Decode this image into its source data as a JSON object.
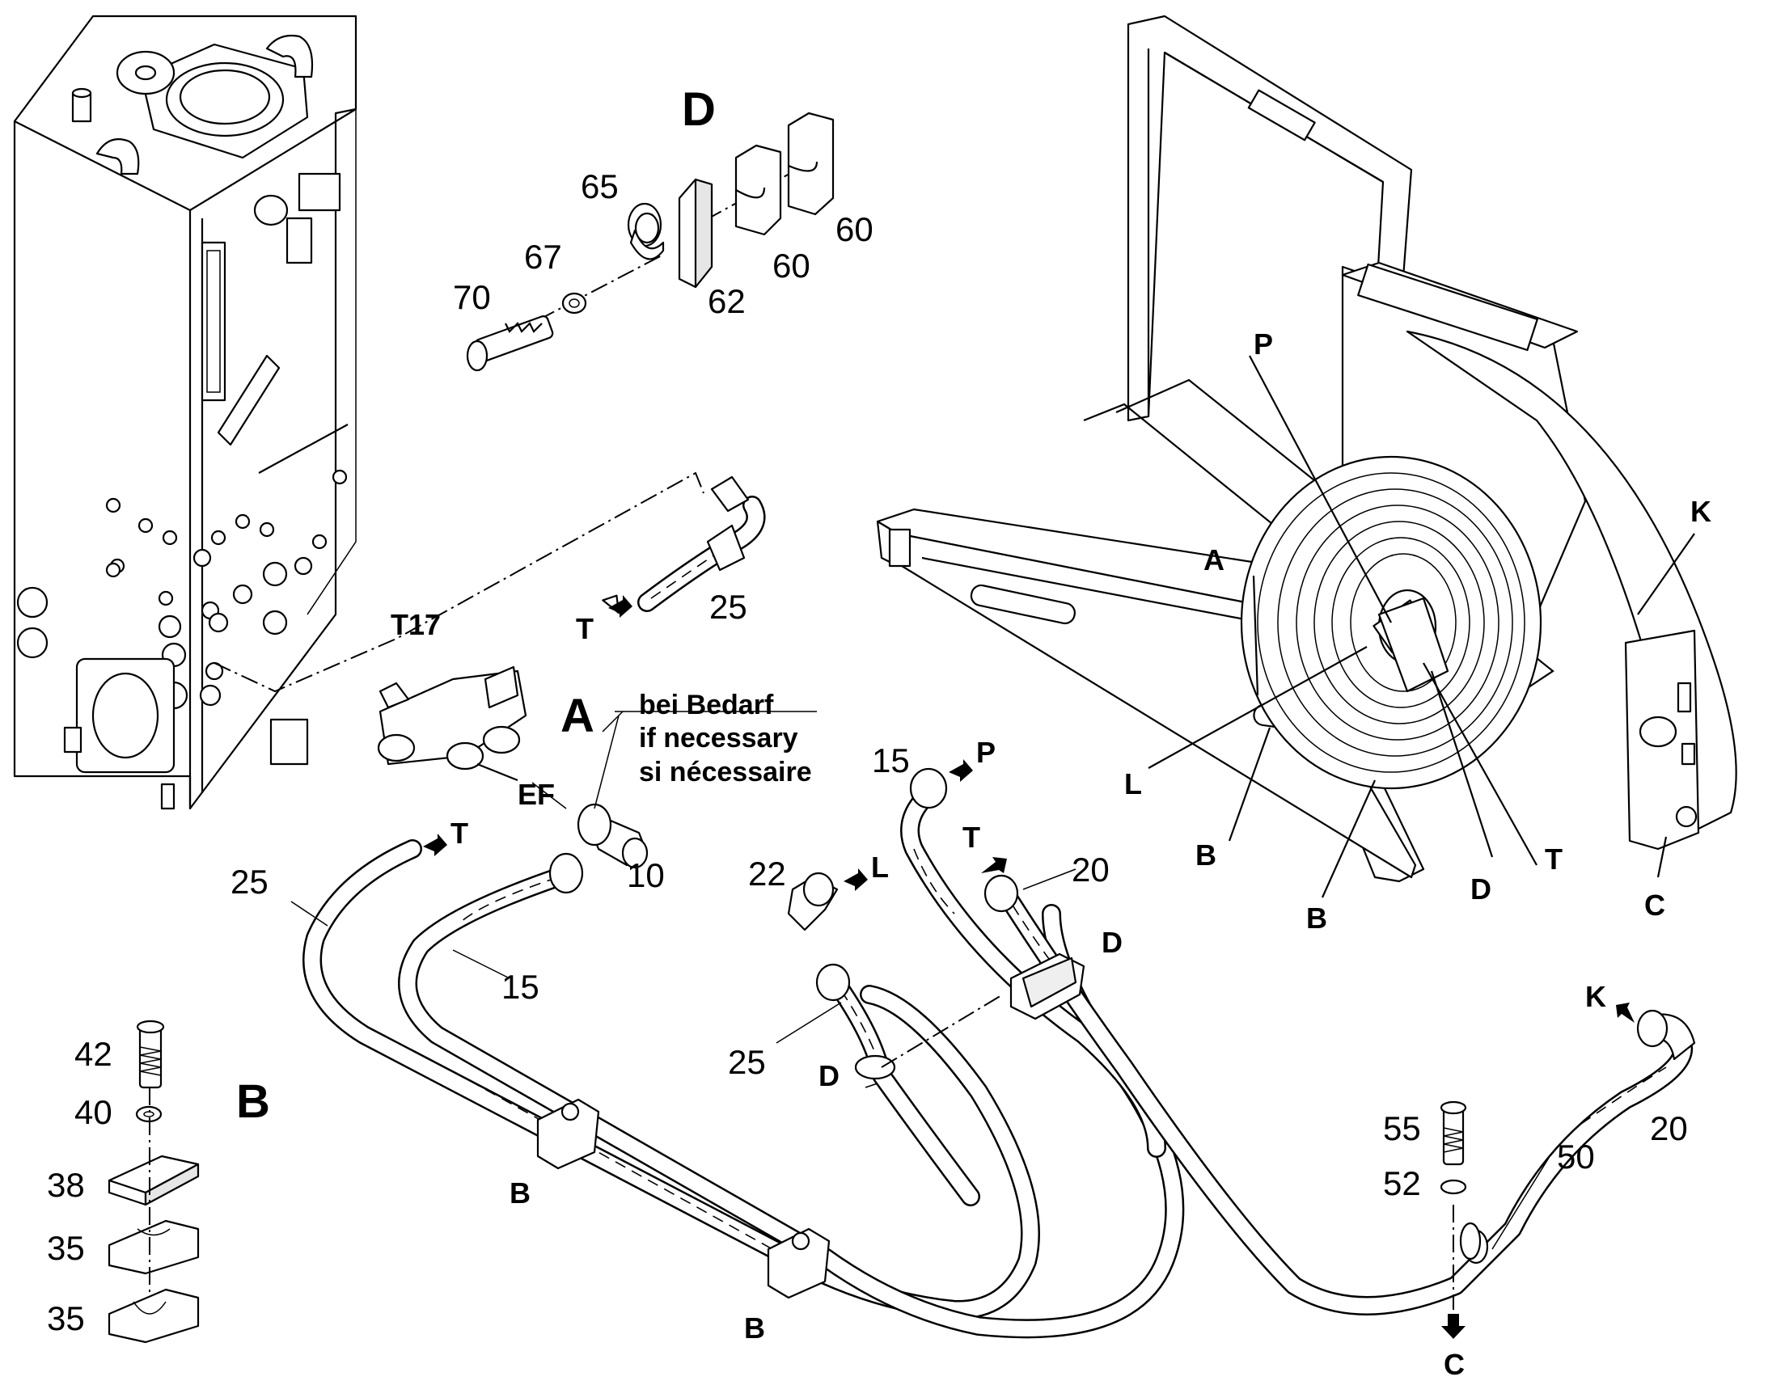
{
  "detail_titles": {
    "d": "D",
    "a": "A",
    "b": "B"
  },
  "note": {
    "de": "bei Bedarf",
    "en": "if necessary",
    "fr": "si nécessaire"
  },
  "part_numbers": {
    "p70": "70",
    "p67": "67",
    "p65": "65",
    "p62": "62",
    "p60a": "60",
    "p60b": "60",
    "p25top": "25",
    "p25left": "25",
    "p25mid": "25",
    "p15a": "15",
    "p15top": "15",
    "p10": "10",
    "p22": "22",
    "p20a": "20",
    "p20b": "20",
    "p50": "50",
    "p52": "52",
    "p55": "55",
    "p42": "42",
    "p40": "40",
    "p38": "38",
    "p35a": "35",
    "p35b": "35"
  },
  "port_labels": {
    "t17": "T17",
    "ef": "EF",
    "t_top": "T",
    "t_left": "T",
    "t_mid": "T",
    "t_fan": "T",
    "p_top": "P",
    "p_fan": "P",
    "l_mid": "L",
    "l_fan": "L",
    "k_fan": "K",
    "k_right": "K",
    "c_fan": "C",
    "c_bottom": "C",
    "a_fan": "A",
    "b_fan1": "B",
    "b_fan2": "B",
    "b_clampA": "B",
    "b_clampB": "B",
    "d_fan": "D",
    "d_mid": "D",
    "d_clamp": "D"
  }
}
